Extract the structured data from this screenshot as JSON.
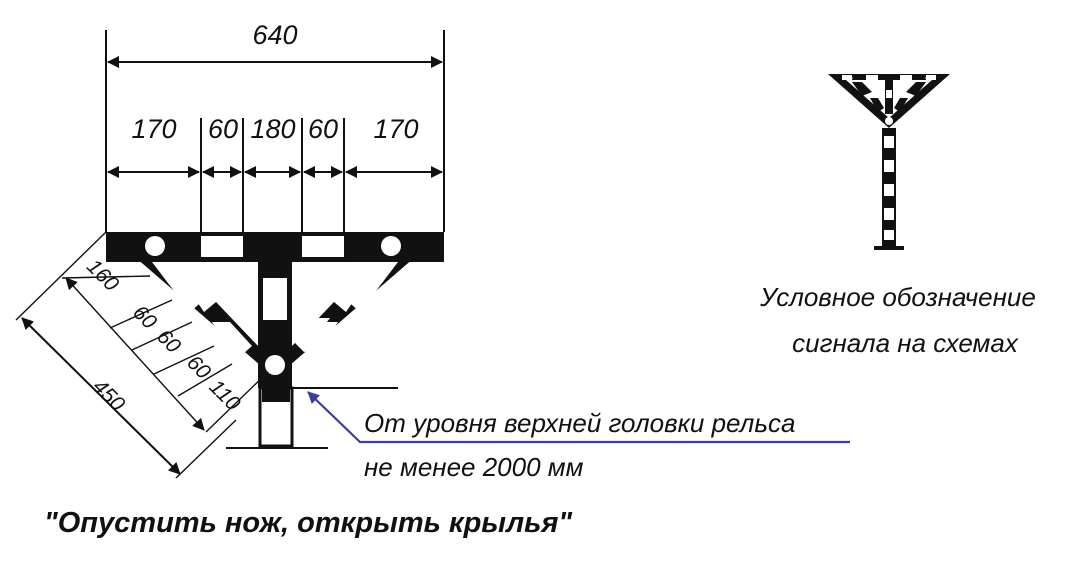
{
  "dimensions": {
    "overall_width": "640",
    "segments": [
      "170",
      "60",
      "180",
      "60",
      "170"
    ],
    "diagonal_total": "450",
    "diagonal_segments": [
      "160",
      "60",
      "60",
      "60",
      "110"
    ]
  },
  "legend": {
    "line1": "Условное  обозначение",
    "line2": "сигнала на схемах"
  },
  "height_note": {
    "line1": "От уровня верхней головки рельса",
    "line2": "не менее 2000 мм"
  },
  "caption": "\"Опустить нож, открыть крылья\"",
  "colors": {
    "ink": "#111111",
    "leader": "#3a3f9e",
    "background": "#ffffff"
  }
}
